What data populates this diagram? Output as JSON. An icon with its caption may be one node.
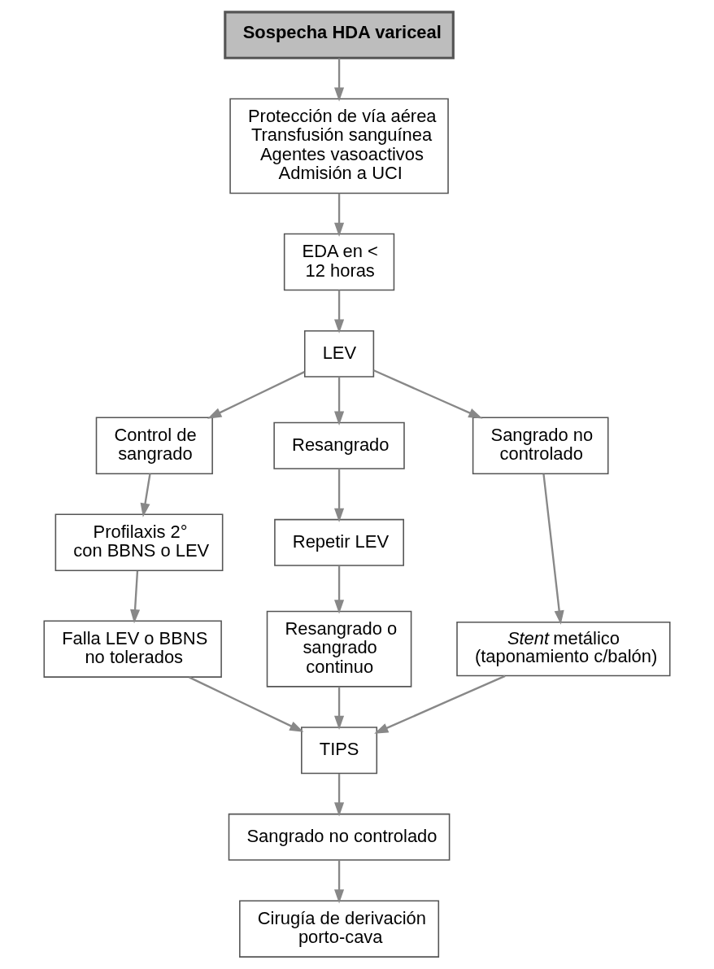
{
  "diagram": {
    "nodes": [
      {
        "text": [
          "Sospecha HDA variceal"
        ]
      },
      {
        "text": [
          "Protección de vía aérea",
          "Transfusión sanguínea",
          "Agentes vasoactivos",
          "Admisión a UCI"
        ]
      },
      {
        "text": [
          "EDA en < 12 horas"
        ]
      },
      {
        "text": [
          "LEV"
        ]
      },
      {
        "text": [
          "Control de sangrado"
        ]
      },
      {
        "text": [
          "Resangrado"
        ]
      },
      {
        "text": [
          "Sangrado no controlado"
        ]
      },
      {
        "text": [
          "Profilaxis 2° con BBNS o LEV"
        ]
      },
      {
        "text": [
          "Repetir LEV"
        ]
      },
      {
        "text": [
          "*Stent* metálico (taponamiento c/balón)"
        ]
      },
      {
        "text": [
          "Resangrado o sangrado continuo"
        ]
      },
      {
        "text": [
          "Falla LEV o BBNS no tolerados"
        ]
      },
      {
        "text": [
          "TIPS"
        ]
      },
      {
        "text": [
          "Sangrado no controlado"
        ]
      },
      {
        "text": [
          "Cirugía de derivación porto-cava"
        ]
      }
    ],
    "edges": [
      {
        "from": 0,
        "to": 1,
        "arrow": "to"
      },
      {
        "from": 1,
        "to": 2,
        "arrow": "to"
      },
      {
        "from": 2,
        "to": 3,
        "arrow": "to"
      },
      {
        "from": 3,
        "to": 4,
        "arrow": "to"
      },
      {
        "from": 3,
        "to": 5,
        "arrow": "to"
      },
      {
        "from": 3,
        "to": 6,
        "arrow": "to"
      },
      {
        "from": 4,
        "to": 7,
        "arrow": "to"
      },
      {
        "from": 5,
        "to": 8,
        "arrow": "to"
      },
      {
        "from": 6,
        "to": 9,
        "arrow": "to"
      },
      {
        "from": 7,
        "to": 11,
        "arrow": "to"
      },
      {
        "from": 8,
        "to": 10,
        "arrow": "to"
      },
      {
        "from": 9,
        "to": 12,
        "arrow": "to"
      },
      {
        "from": 10,
        "to": 12,
        "arrow": "to"
      },
      {
        "from": 11,
        "to": 12,
        "arrow": "to"
      },
      {
        "from": 12,
        "to": 13,
        "arrow": "to"
      },
      {
        "from": 13,
        "to": 14,
        "arrow": "to"
      }
    ]
  }
}
